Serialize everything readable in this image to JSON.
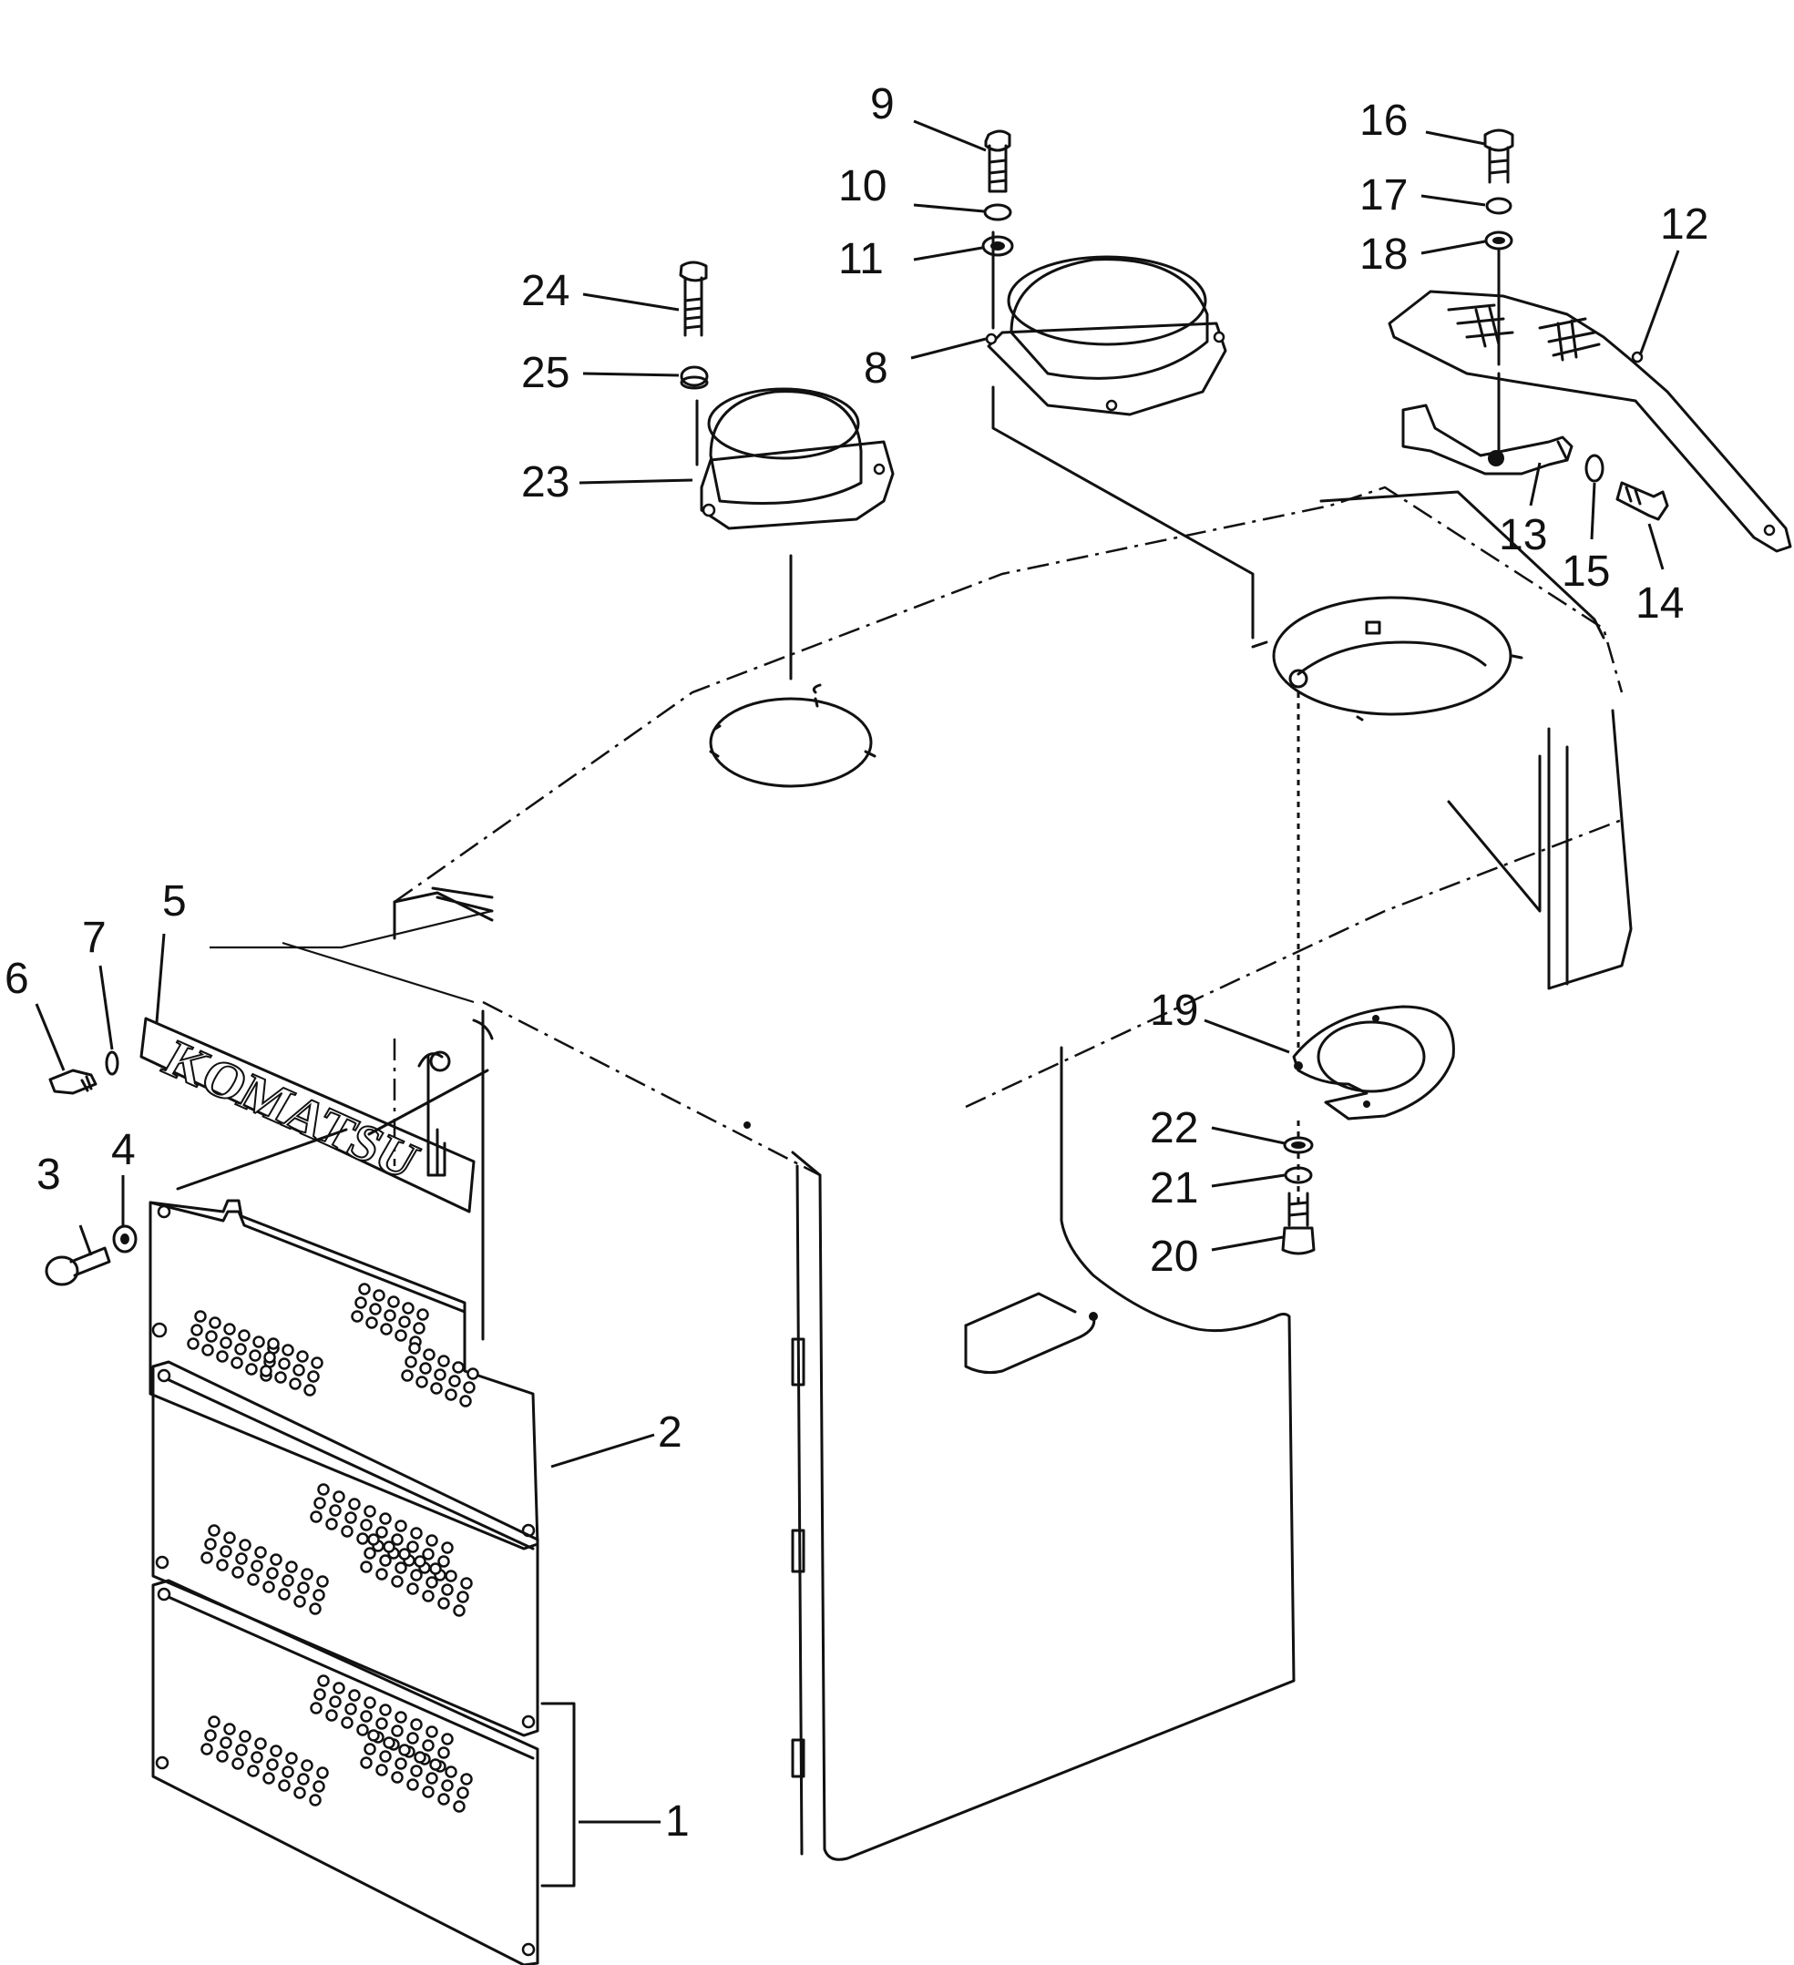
{
  "callouts": [
    {
      "id": "1",
      "label": "1"
    },
    {
      "id": "2",
      "label": "2"
    },
    {
      "id": "3",
      "label": "3"
    },
    {
      "id": "4",
      "label": "4"
    },
    {
      "id": "5",
      "label": "5"
    },
    {
      "id": "6",
      "label": "6"
    },
    {
      "id": "7",
      "label": "7"
    },
    {
      "id": "8",
      "label": "8"
    },
    {
      "id": "9",
      "label": "9"
    },
    {
      "id": "10",
      "label": "10"
    },
    {
      "id": "11",
      "label": "11"
    },
    {
      "id": "12",
      "label": "12"
    },
    {
      "id": "13",
      "label": "13"
    },
    {
      "id": "14",
      "label": "14"
    },
    {
      "id": "15",
      "label": "15"
    },
    {
      "id": "16",
      "label": "16"
    },
    {
      "id": "17",
      "label": "17"
    },
    {
      "id": "18",
      "label": "18"
    },
    {
      "id": "19",
      "label": "19"
    },
    {
      "id": "20",
      "label": "20"
    },
    {
      "id": "21",
      "label": "21"
    },
    {
      "id": "22",
      "label": "22"
    },
    {
      "id": "23",
      "label": "23"
    },
    {
      "id": "24",
      "label": "24"
    },
    {
      "id": "25",
      "label": "25"
    }
  ],
  "nameplate_text": "KOMATSU"
}
